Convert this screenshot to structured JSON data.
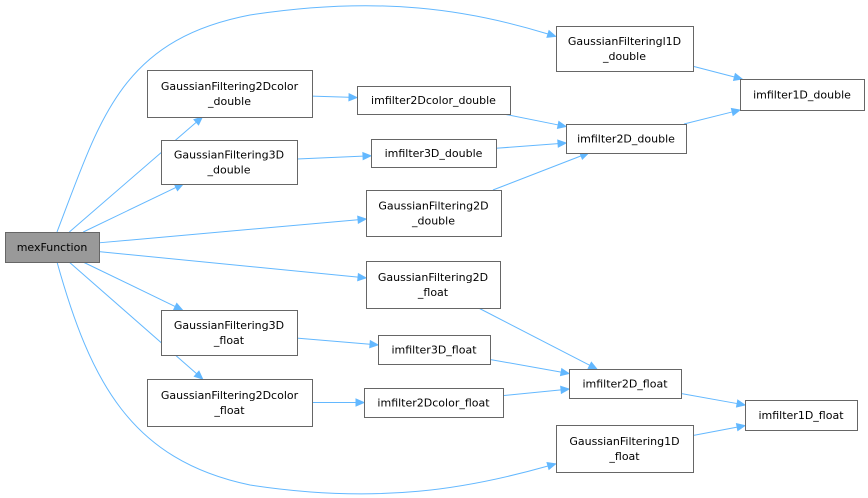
{
  "graph": {
    "nodes": {
      "mexFunction": [
        "mexFunction"
      ],
      "gf1d_double": [
        "GaussianFilteringl1D",
        "_double"
      ],
      "gf2dcolor_double": [
        "GaussianFiltering2Dcolor",
        "_double"
      ],
      "imf2dcolor_double": [
        "imfilter2Dcolor_double"
      ],
      "imf1d_double": [
        "imfilter1D_double"
      ],
      "gf3d_double": [
        "GaussianFiltering3D",
        "_double"
      ],
      "imf3d_double": [
        "imfilter3D_double"
      ],
      "imf2d_double": [
        "imfilter2D_double"
      ],
      "gf2d_double": [
        "GaussianFiltering2D",
        "_double"
      ],
      "gf2d_float": [
        "GaussianFiltering2D",
        "_float"
      ],
      "gf3d_float": [
        "GaussianFiltering3D",
        "_float"
      ],
      "imf3d_float": [
        "imfilter3D_float"
      ],
      "imf2d_float": [
        "imfilter2D_float"
      ],
      "gf2dcolor_float": [
        "GaussianFiltering2Dcolor",
        "_float"
      ],
      "imf2dcolor_float": [
        "imfilter2Dcolor_float"
      ],
      "imf1d_float": [
        "imfilter1D_float"
      ],
      "gf1d_float": [
        "GaussianFiltering1D",
        "_float"
      ]
    },
    "edges": [
      [
        "mexFunction",
        "gf1d_double"
      ],
      [
        "mexFunction",
        "gf2dcolor_double"
      ],
      [
        "mexFunction",
        "gf3d_double"
      ],
      [
        "mexFunction",
        "gf2d_double"
      ],
      [
        "mexFunction",
        "gf2d_float"
      ],
      [
        "mexFunction",
        "gf3d_float"
      ],
      [
        "mexFunction",
        "gf2dcolor_float"
      ],
      [
        "mexFunction",
        "gf1d_float"
      ],
      [
        "gf1d_double",
        "imf1d_double"
      ],
      [
        "gf2dcolor_double",
        "imf2dcolor_double"
      ],
      [
        "imf2dcolor_double",
        "imf2d_double"
      ],
      [
        "gf3d_double",
        "imf3d_double"
      ],
      [
        "imf3d_double",
        "imf2d_double"
      ],
      [
        "gf2d_double",
        "imf2d_double"
      ],
      [
        "imf2d_double",
        "imf1d_double"
      ],
      [
        "gf2d_float",
        "imf2d_float"
      ],
      [
        "gf3d_float",
        "imf3d_float"
      ],
      [
        "imf3d_float",
        "imf2d_float"
      ],
      [
        "gf2dcolor_float",
        "imf2dcolor_float"
      ],
      [
        "imf2dcolor_float",
        "imf2d_float"
      ],
      [
        "imf2d_float",
        "imf1d_float"
      ],
      [
        "gf1d_float",
        "imf1d_float"
      ]
    ]
  }
}
